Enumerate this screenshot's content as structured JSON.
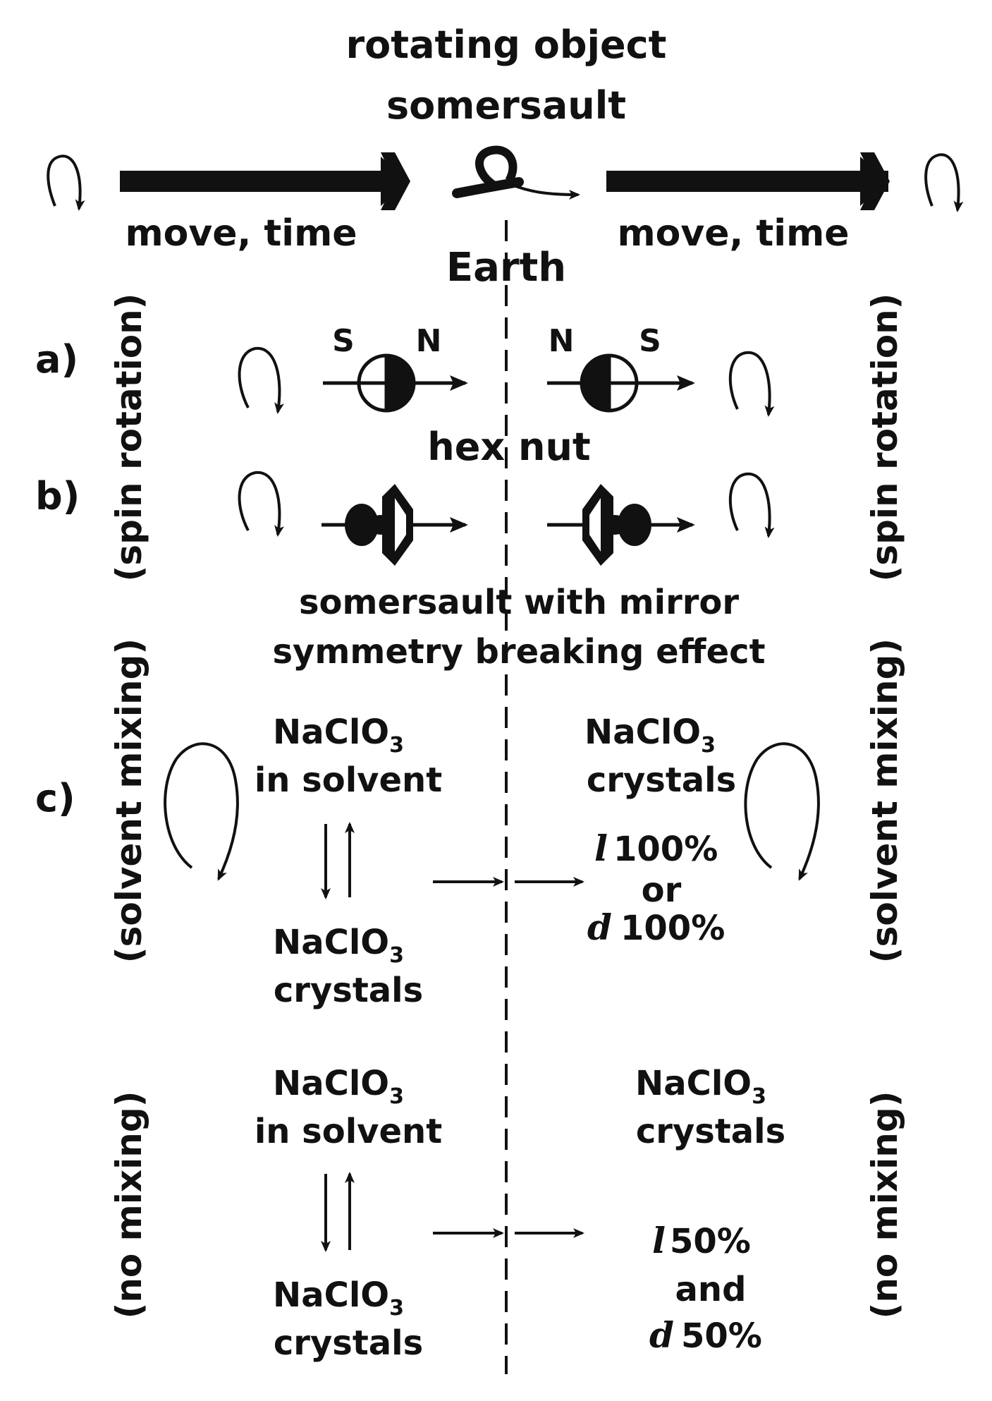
{
  "header": {
    "line1": "rotating object",
    "line2": "somersault",
    "left_caption": "move, time",
    "right_caption": "move, time",
    "center_caption": "Earth"
  },
  "side_labels": {
    "spin_left": "(spin rotation)",
    "spin_right": "(spin rotation)",
    "solvent_left": "(solvent mixing)",
    "solvent_right": "(solvent mixing)",
    "nomix_left": "(no mixing)",
    "nomix_right": "(no mixing)"
  },
  "row_labels": {
    "a": "a)",
    "b": "b)",
    "c": "c)"
  },
  "magnet": {
    "left_s": "S",
    "left_n": "N",
    "right_n": "N",
    "right_s": "S"
  },
  "hex_nut_label": "hex nut",
  "mirror_caption": {
    "line1": "somersault with mirror",
    "line2": "symmetry breaking effect"
  },
  "chem": {
    "formula_main": "NaClO",
    "formula_sub": "3",
    "in_solvent": "in solvent",
    "crystals": "crystals"
  },
  "mixing_result": {
    "l_symbol": "l",
    "l_value": "100%",
    "or_text": "or",
    "d_symbol": "d",
    "d_value": "100%"
  },
  "nomix_result": {
    "l_symbol": "l",
    "l_value": "50%",
    "and_text": "and",
    "d_symbol": "d",
    "d_value": "50%"
  },
  "colors": {
    "ink": "#111111",
    "background": "#ffffff"
  }
}
